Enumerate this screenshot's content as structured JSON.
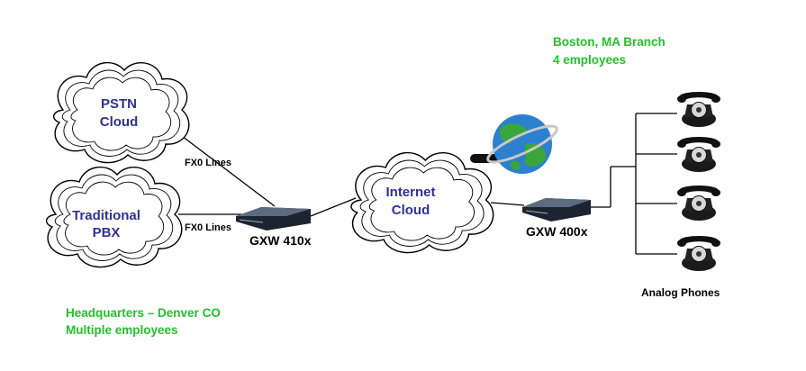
{
  "clouds": {
    "pstn": {
      "line1": "PSTN",
      "line2": "Cloud"
    },
    "pbx": {
      "line1": "Traditional",
      "line2": "PBX"
    },
    "internet": {
      "line1": "Internet",
      "line2": "Cloud"
    }
  },
  "links": {
    "pstn_to_gateway": "FX0 Lines",
    "pbx_to_gateway": "FX0 Lines"
  },
  "devices": {
    "hq_gateway": "GXW 410x",
    "branch_gateway": "GXW 400x"
  },
  "branch": {
    "line1": "Boston, MA Branch",
    "line2": "4 employees"
  },
  "headquarters": {
    "line1": "Headquarters – Denver CO",
    "line2": "Multiple employees"
  },
  "phones": {
    "label": "Analog Phones",
    "count": 4
  },
  "colors": {
    "cloud_text": "#2e3192",
    "note_text": "#22c229",
    "device_body": "#1c2430"
  },
  "icons": [
    "cloud-icon",
    "gateway-device-icon",
    "globe-icon",
    "telephone-icon"
  ]
}
